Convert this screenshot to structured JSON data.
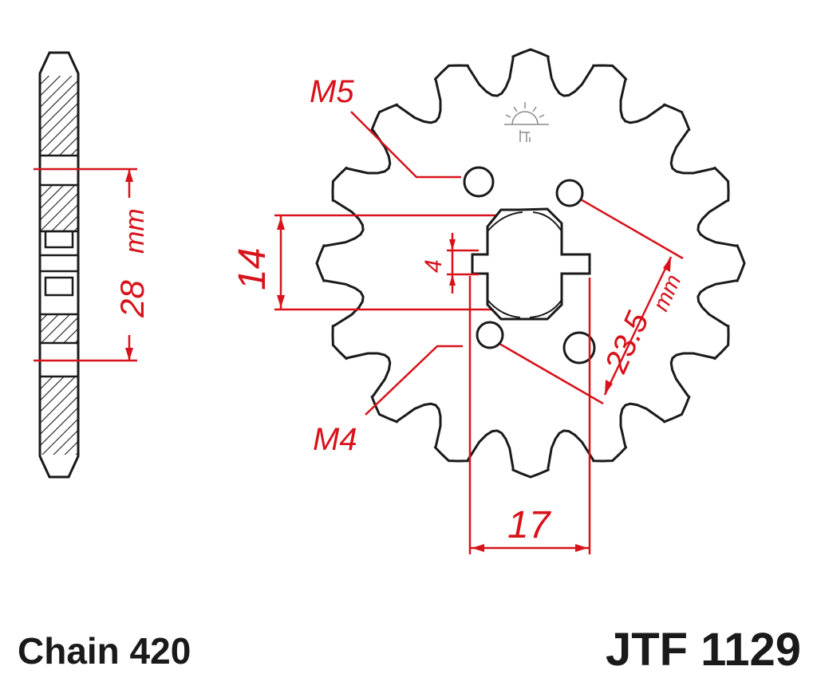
{
  "drawing": {
    "tooth_count": 16,
    "colors": {
      "outline": "#1a1a1a",
      "dimension": "#d8121b",
      "hatch": "#1a1a1a",
      "background": "#ffffff"
    }
  },
  "dimensions": {
    "side_width": "28",
    "side_width_unit": "mm",
    "spline_height": "14",
    "key_width": "4",
    "spline_width": "17",
    "bolt_circle": "23.5",
    "bolt_circle_unit": "mm",
    "upper_hole_label": "M5",
    "lower_hole_label": "M4"
  },
  "footer": {
    "chain": "Chain 420",
    "part_number": "JTF 1129"
  }
}
